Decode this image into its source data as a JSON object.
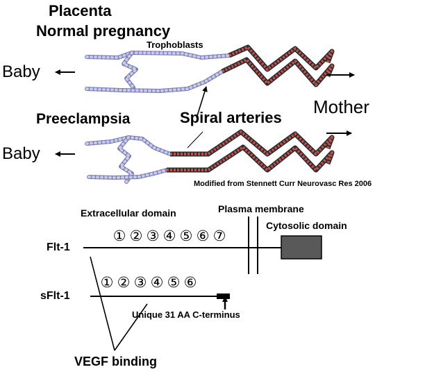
{
  "placenta": {
    "title": "Placenta",
    "normal_label": "Normal pregnancy",
    "trophoblasts_label": "Trophoblasts",
    "baby_top": "Baby",
    "preeclampsia_label": "Preeclampsia",
    "spiral_arteries_label": "Spiral arteries",
    "mother_label": "Mother",
    "baby_bottom": "Baby",
    "citation": "Modified from Stennett Curr Neurovasc Res 2006"
  },
  "receptor": {
    "extracellular_label": "Extracellular domain",
    "plasma_membrane_label": "Plasma membrane",
    "cytosolic_label": "Cytosolic  domain",
    "flt1_label": "Flt-1",
    "flt1_domains": [
      "①",
      "②",
      "③",
      "④",
      "⑤",
      "⑥",
      "⑦"
    ],
    "sflt1_label": "sFlt-1",
    "sflt1_domains": [
      "①",
      "②",
      "③",
      "④",
      "⑤",
      "⑥"
    ],
    "c_terminus_label": "Unique 31 AA C-terminus",
    "vegf_binding_label": "VEGF binding"
  },
  "colors": {
    "trophoblast_fill": "#c9cbe6",
    "trophoblast_stroke": "#7b7fb8",
    "artery_red": "#c0504d",
    "artery_dark": "#2b2b2b",
    "cytosolic_box": "#595959"
  }
}
